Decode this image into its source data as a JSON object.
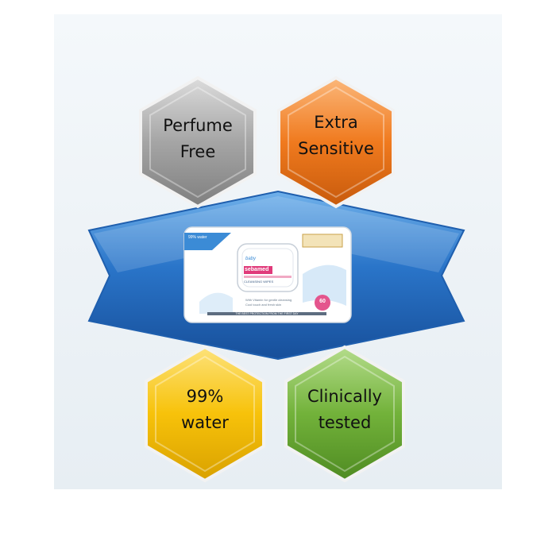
{
  "features": [
    {
      "line1": "Perfume",
      "line2": "Free",
      "color": "#9a9a9a"
    },
    {
      "line1": "Extra",
      "line2": "Sensitive",
      "color": "#f07a1e"
    },
    {
      "line1": "99%",
      "line2": "water",
      "color": "#f7c20a"
    },
    {
      "line1": "Clinically",
      "line2": "tested",
      "color": "#72b23a"
    }
  ],
  "banner": {
    "color": "#2a75c9"
  },
  "product": {
    "brand_small": "baby",
    "brand": "sebamed",
    "name": "CLEANSING WIPES",
    "badge": "99% water",
    "bullets": [
      "With Vitamin for gentle cleansing",
      "Cool touch and fresh skin"
    ],
    "count": "60",
    "tagline": "THE BEST PROTECTION FROM THE FIRST DAY"
  }
}
